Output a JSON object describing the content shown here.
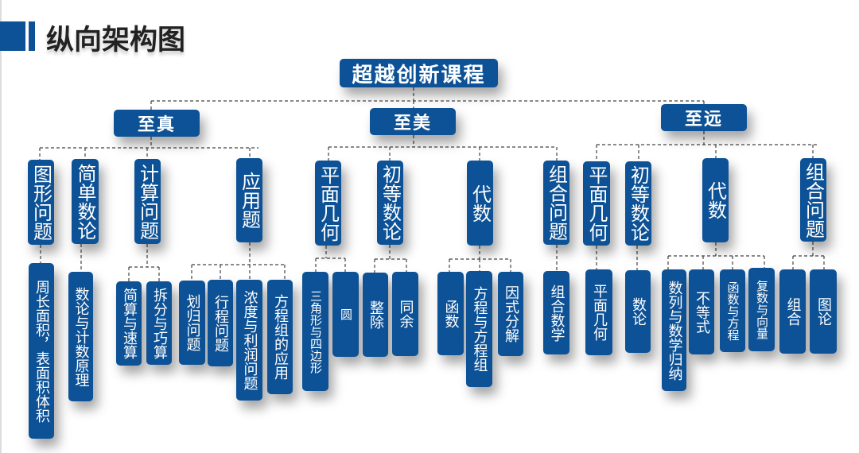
{
  "title": "纵向架构图",
  "root": "超越创新课程",
  "branches": [
    {
      "label": "至真",
      "children": [
        {
          "label": "图形问题",
          "children": [
            "周长面积，表面积体积"
          ]
        },
        {
          "label": "简单数论",
          "children": [
            "数论与计数原理"
          ]
        },
        {
          "label": "计算问题",
          "children": [
            "简算与速算",
            "拆分与巧算"
          ]
        },
        {
          "label": "应用题",
          "children": [
            "划归问题",
            "行程问题",
            "浓度与利润问题",
            "方程组的应用"
          ]
        }
      ]
    },
    {
      "label": "至美",
      "children": [
        {
          "label": "平面几何",
          "children": [
            "三角形与四边形",
            "圆"
          ]
        },
        {
          "label": "初等数论",
          "children": [
            "整除",
            "同余"
          ]
        },
        {
          "label": "代数",
          "children": [
            "函数",
            "方程与方程组",
            "因式分解"
          ]
        },
        {
          "label": "组合问题",
          "children": [
            "组合数学"
          ]
        }
      ]
    },
    {
      "label": "至远",
      "children": [
        {
          "label": "平面几何",
          "children": [
            "平面几何"
          ]
        },
        {
          "label": "初等数论",
          "children": [
            "数论"
          ]
        },
        {
          "label": "代数",
          "children": [
            "数列与数学归纳",
            "不等式",
            "函数与方程",
            "复数与向量"
          ]
        },
        {
          "label": "组合问题",
          "children": [
            "组合",
            "图论"
          ]
        }
      ]
    }
  ]
}
